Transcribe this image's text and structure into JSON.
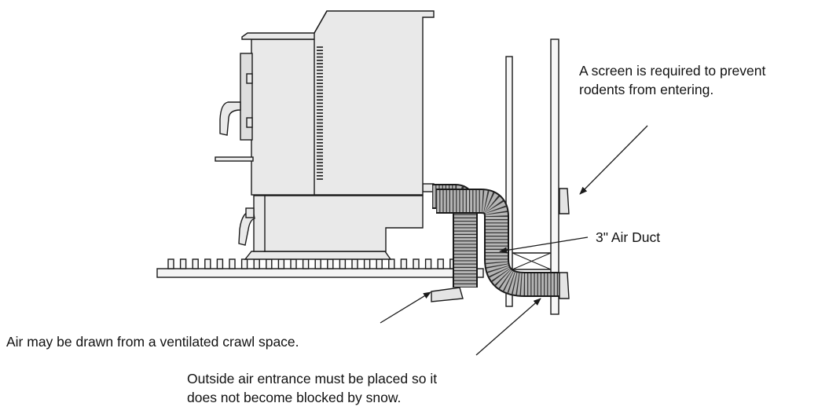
{
  "annotations": {
    "screen_note": {
      "line1": "A screen is required to prevent",
      "line2": "rodents from entering."
    },
    "duct_label": "3\" Air Duct",
    "crawl_note": "Air may be drawn from a ventilated crawl space.",
    "snow_note": {
      "line1": "Outside air entrance must be placed so it",
      "line2": "does not become blocked by snow."
    }
  },
  "colors": {
    "stroke": "#1a1a1a",
    "stove_fill": "#e9e9e9",
    "duct_fill": "#b5b5b5",
    "duct_rib": "#333333"
  }
}
